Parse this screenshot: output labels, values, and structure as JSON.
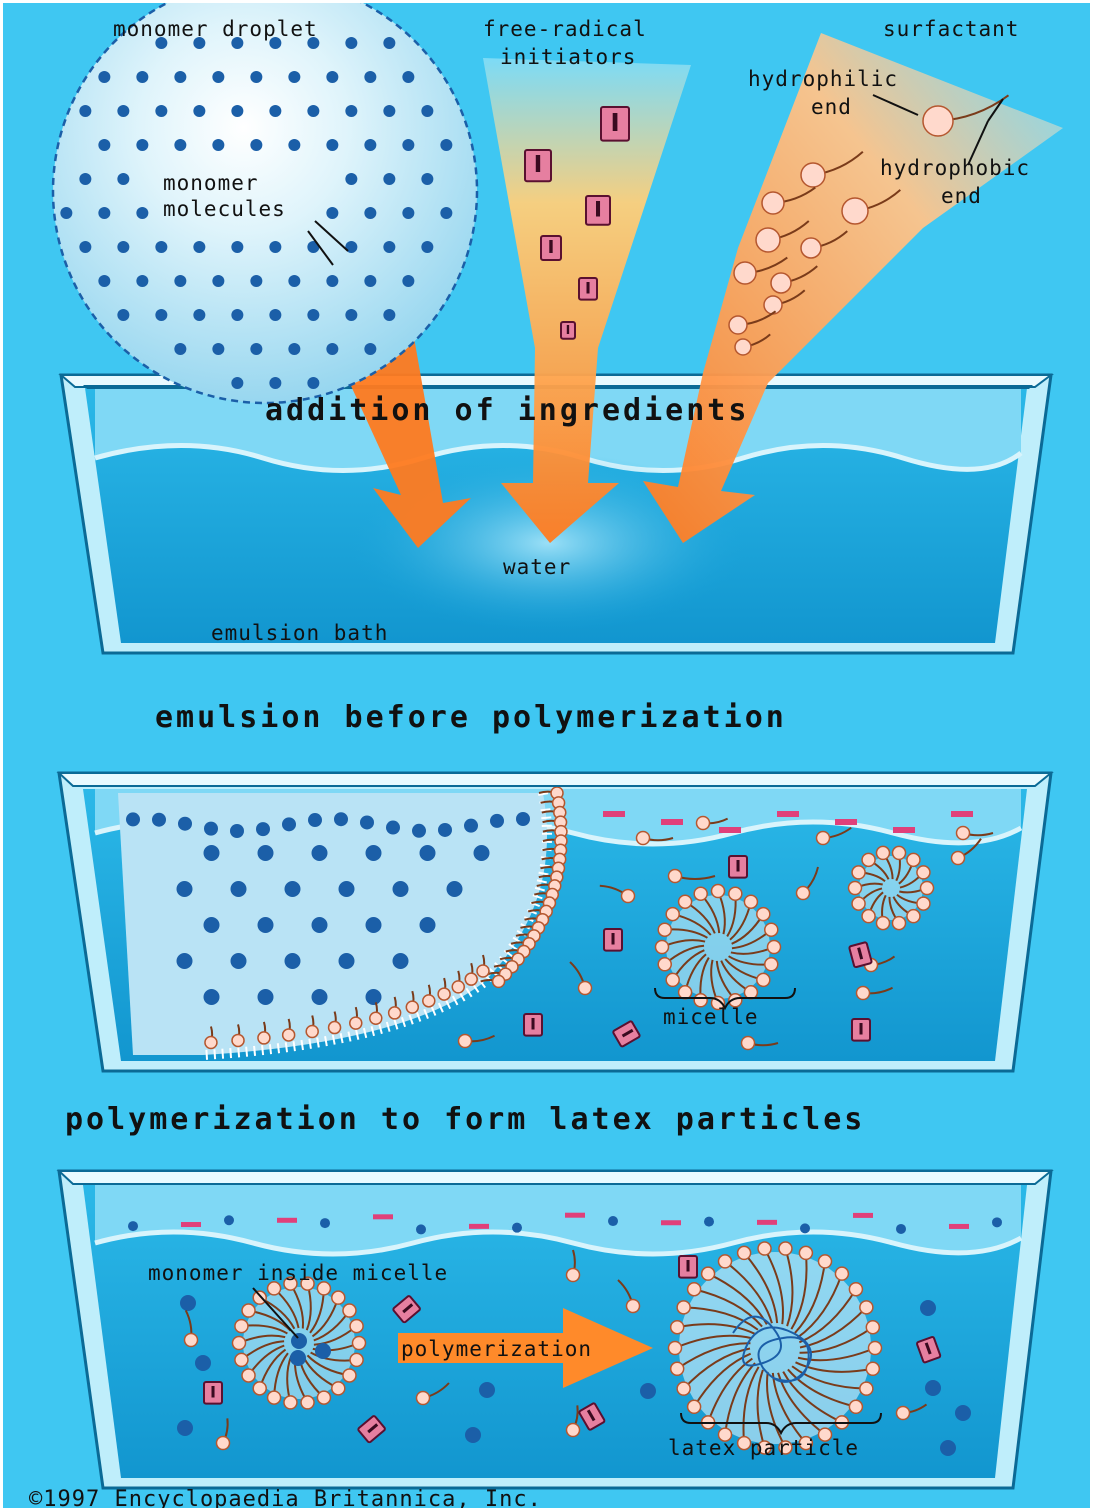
{
  "labels": {
    "monomer_droplet": "monomer droplet",
    "free_radical_initiators_1": "free-radical",
    "free_radical_initiators_2": "initiators",
    "surfactant": "surfactant",
    "hydrophilic_end_1": "hydrophilic",
    "hydrophilic_end_2": "end",
    "hydrophobic_end_1": "hydrophobic",
    "hydrophobic_end_2": "end",
    "monomer_molecules_1": "monomer",
    "monomer_molecules_2": "molecules",
    "addition_of_ingredients": "addition of ingredients",
    "water": "water",
    "emulsion_bath": "emulsion bath",
    "emulsion_before_polymerization": "emulsion before polymerization",
    "micelle": "micelle",
    "polymerization_to_form_latex_particles": "polymerization to form latex particles",
    "monomer_inside_micelle": "monomer inside micelle",
    "polymerization": "polymerization",
    "latex_particle": "latex particle",
    "initiator_letter": "I"
  },
  "copyright": "©1997 Encyclopaedia Britannica, Inc.",
  "colors": {
    "background": "#3fc7f2",
    "water": "#16a6dc",
    "monomer_dot": "#1b5fa8",
    "surfactant_head": "#ffd9cc",
    "surfactant_tail": "#7a3b1a",
    "initiator": "#e67fa0",
    "arrow": "#ff7a1f"
  }
}
